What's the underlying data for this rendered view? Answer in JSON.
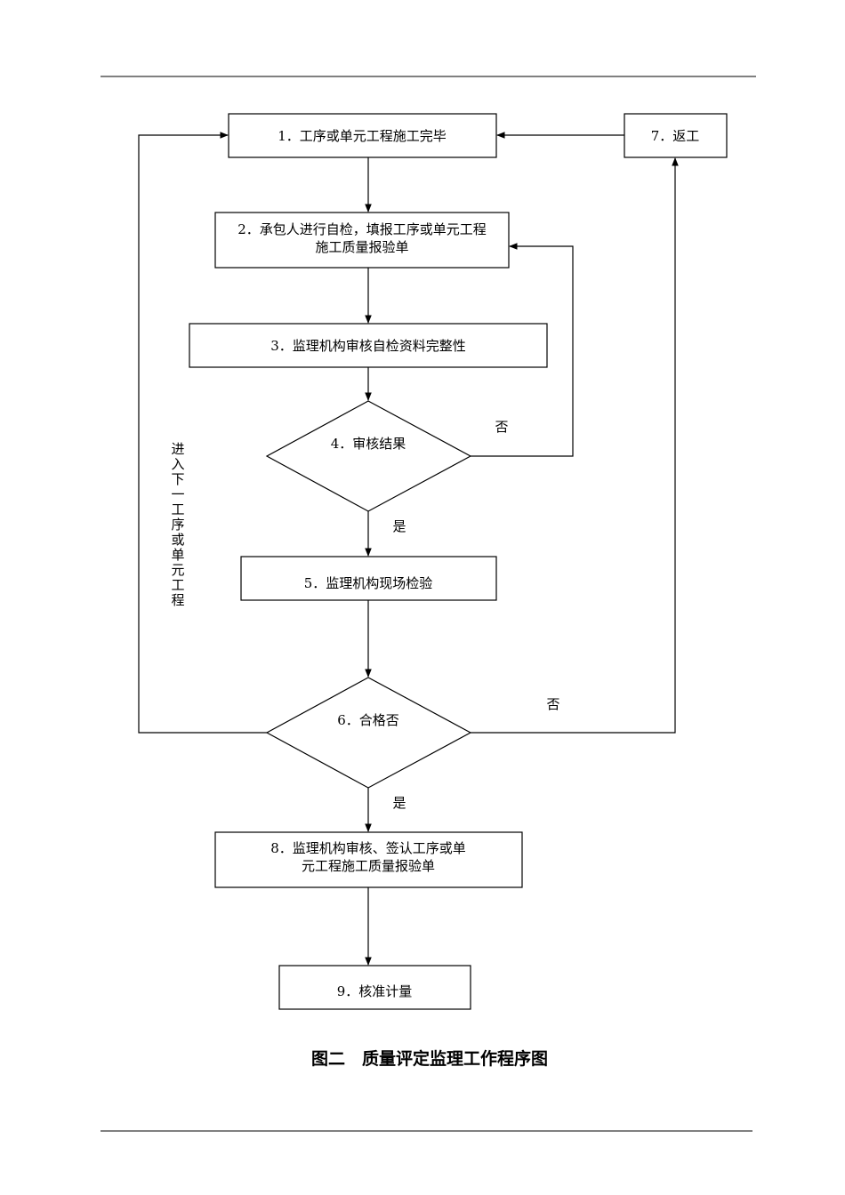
{
  "nodes": {
    "n1": "1．工序或单元工程施工完毕",
    "n2_line1": "2．承包人进行自检，填报工序或单元工程",
    "n2_line2": "施工质量报验单",
    "n3": "3．监理机构审核自检资料完整性",
    "n4": "4．审核结果",
    "n5": "5．监理机构现场检验",
    "n6": "6．合格否",
    "n7": "7．返工",
    "n8_line1": "8．监理机构审核、签认工序或单",
    "n8_line2": "元工程施工质量报验单",
    "n9": "9．核准计量"
  },
  "edge_labels": {
    "n4_no": "否",
    "n4_yes": "是",
    "n6_no": "否",
    "n6_yes": "是",
    "next_process": [
      "进",
      "入",
      "下",
      "一",
      "工",
      "序",
      "或",
      "单",
      "元",
      "工",
      "程"
    ]
  },
  "caption": "图二　质量评定监理工作程序图"
}
